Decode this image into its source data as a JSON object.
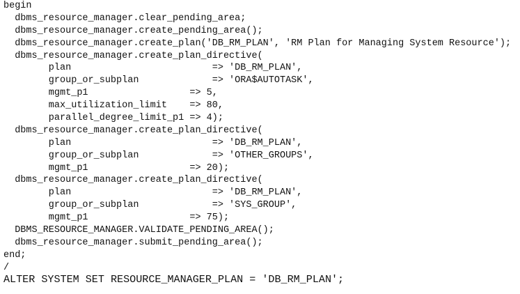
{
  "code_lines": [
    "begin",
    "  dbms_resource_manager.clear_pending_area;",
    "  dbms_resource_manager.create_pending_area();",
    "  dbms_resource_manager.create_plan('DB_RM_PLAN', 'RM Plan for Managing System Resource');",
    "  dbms_resource_manager.create_plan_directive(",
    "        plan                         => 'DB_RM_PLAN',",
    "        group_or_subplan             => 'ORA$AUTOTASK',",
    "        mgmt_p1                  => 5,",
    "        max_utilization_limit    => 80,",
    "        parallel_degree_limit_p1 => 4);",
    "  dbms_resource_manager.create_plan_directive(",
    "        plan                         => 'DB_RM_PLAN',",
    "        group_or_subplan             => 'OTHER_GROUPS',",
    "        mgmt_p1                  => 20);",
    "  dbms_resource_manager.create_plan_directive(",
    "        plan                         => 'DB_RM_PLAN',",
    "        group_or_subplan             => 'SYS_GROUP',",
    "        mgmt_p1                  => 75);",
    "  DBMS_RESOURCE_MANAGER.VALIDATE_PENDING_AREA();",
    "  dbms_resource_manager.submit_pending_area();",
    "end;",
    "/"
  ],
  "final_statement": "ALTER SYSTEM SET RESOURCE_MANAGER_PLAN = 'DB_RM_PLAN';"
}
